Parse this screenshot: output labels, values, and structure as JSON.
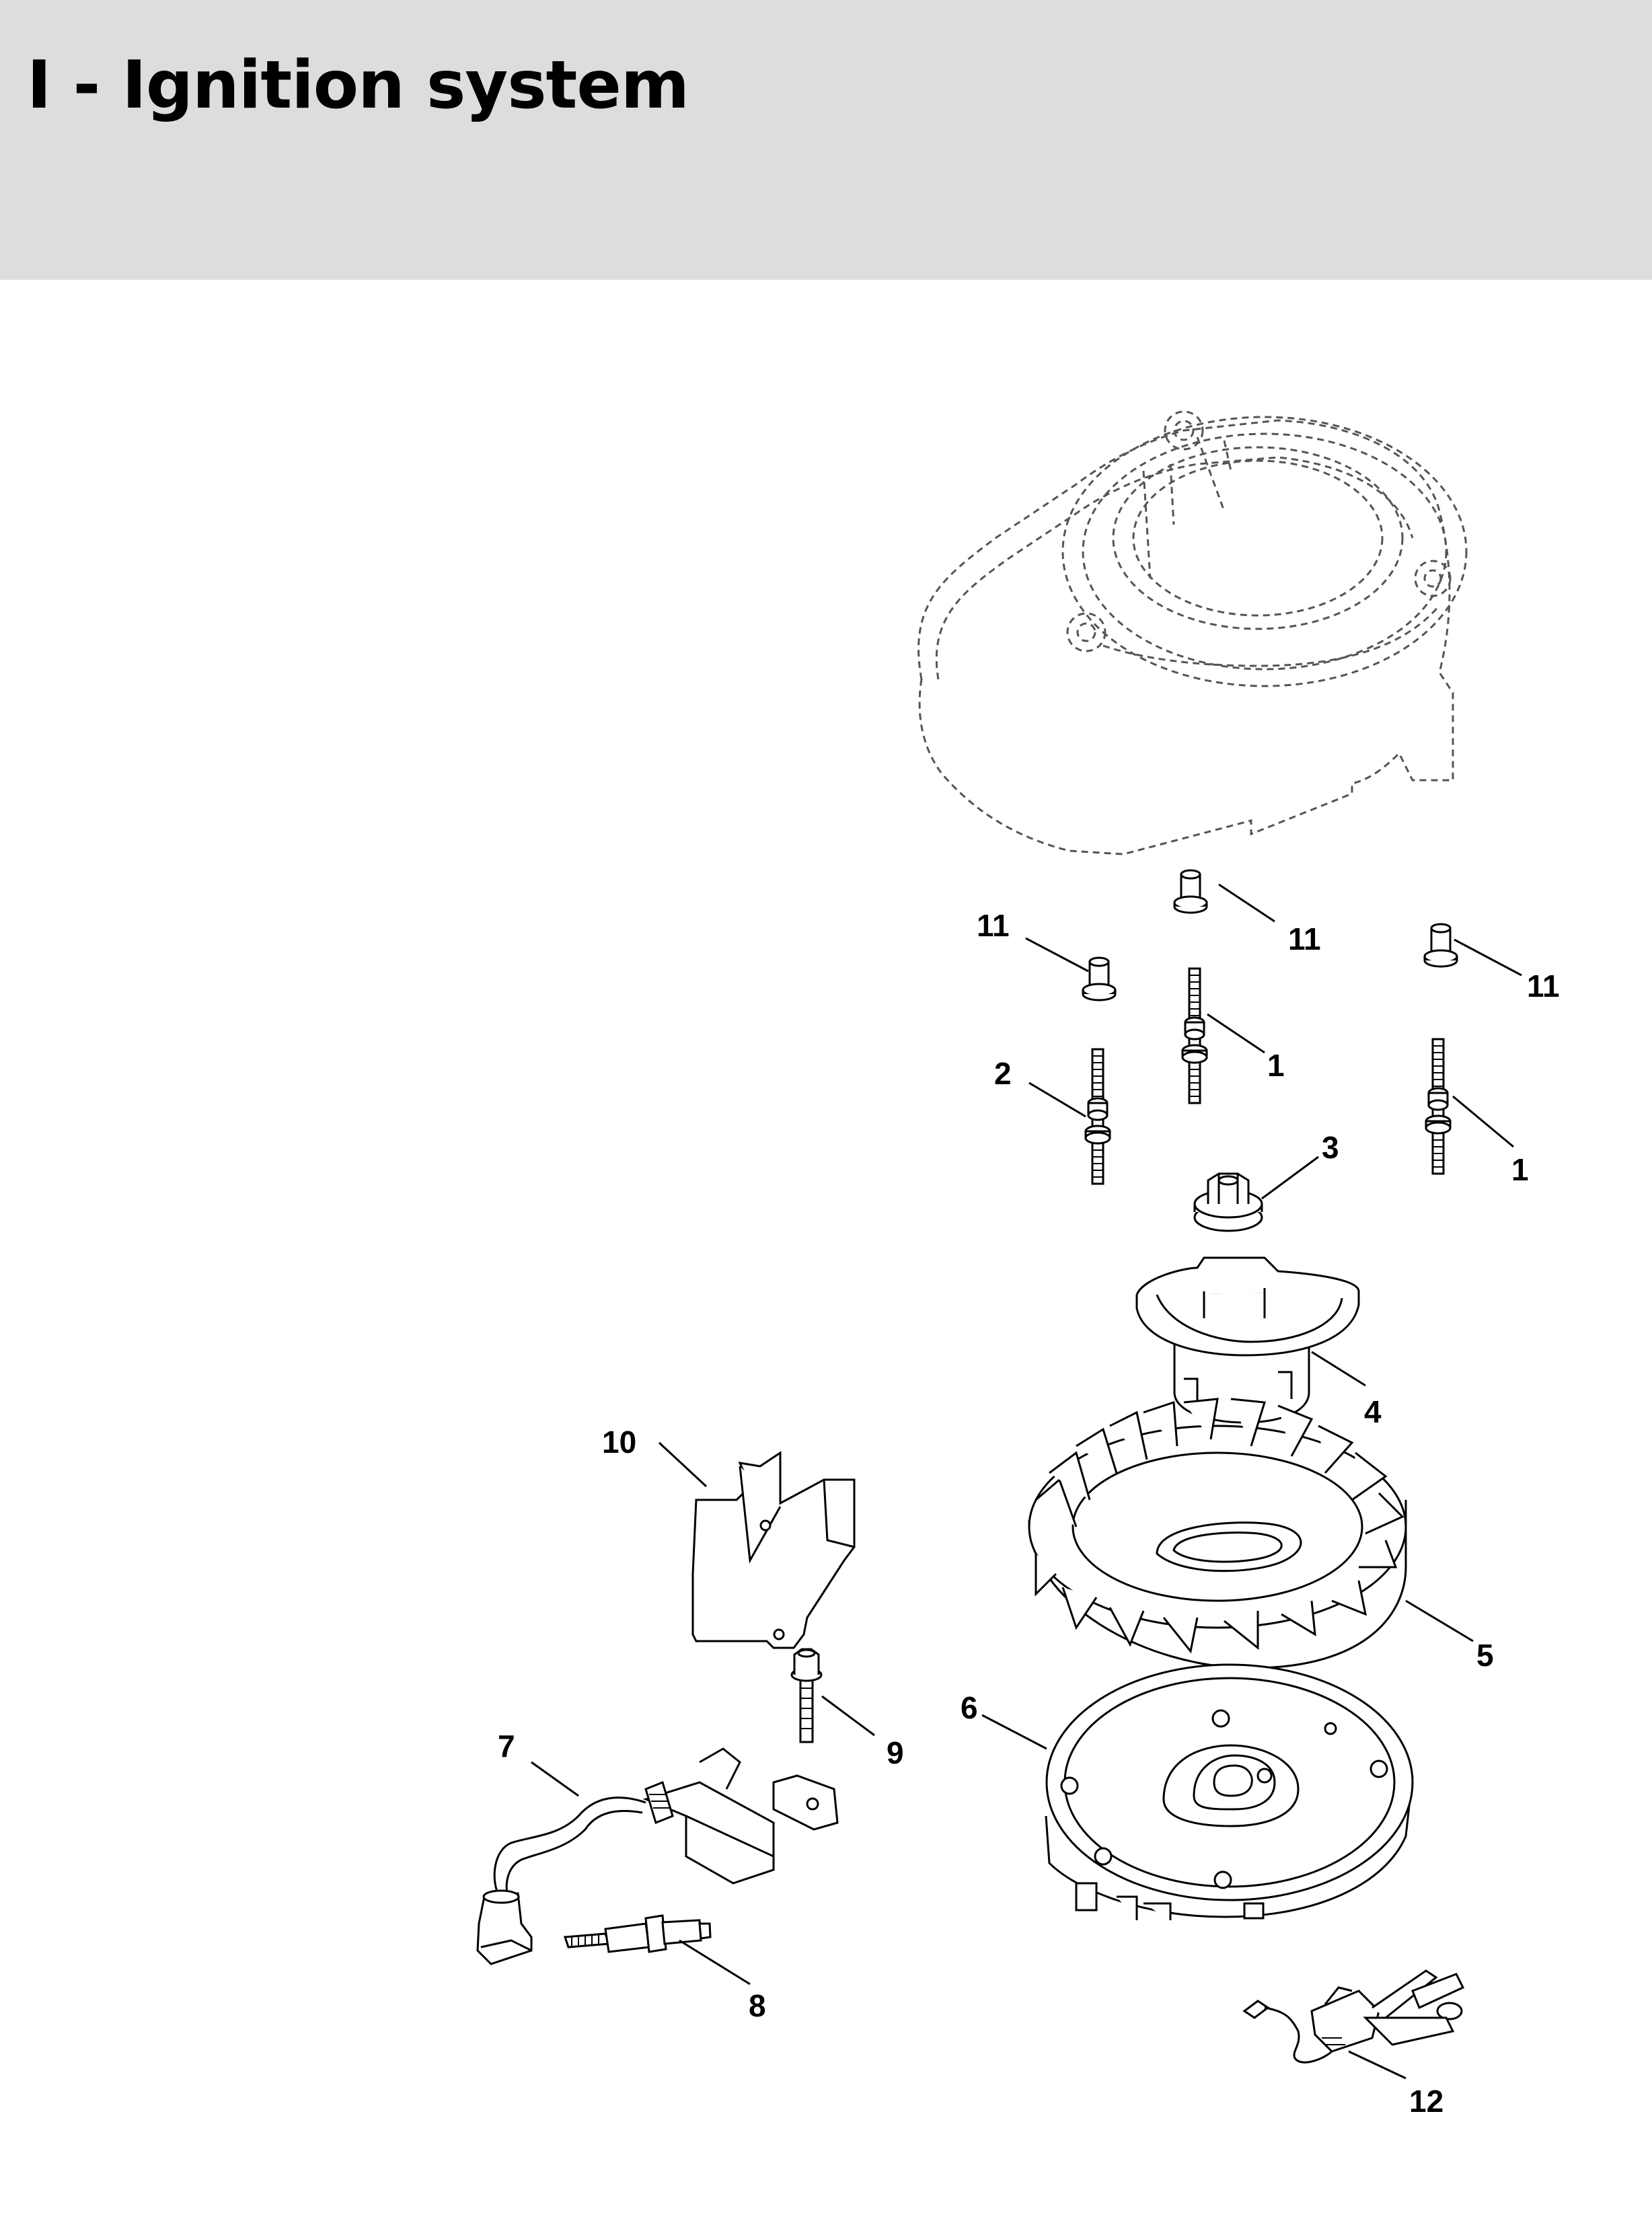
{
  "header": {
    "title": "I - Ignition system",
    "background": "#dcdddd"
  },
  "diagram": {
    "callouts": [
      {
        "id": "c-11a",
        "text": "11"
      },
      {
        "id": "c-11b",
        "text": "11"
      },
      {
        "id": "c-11c",
        "text": "11"
      },
      {
        "id": "c-1a",
        "text": "1"
      },
      {
        "id": "c-1b",
        "text": "1"
      },
      {
        "id": "c-2",
        "text": "2"
      },
      {
        "id": "c-3",
        "text": "3"
      },
      {
        "id": "c-4",
        "text": "4"
      },
      {
        "id": "c-5",
        "text": "5"
      },
      {
        "id": "c-6",
        "text": "6"
      },
      {
        "id": "c-7",
        "text": "7"
      },
      {
        "id": "c-8",
        "text": "8"
      },
      {
        "id": "c-9",
        "text": "9"
      },
      {
        "id": "c-10",
        "text": "10"
      },
      {
        "id": "c-12",
        "text": "12"
      }
    ]
  }
}
